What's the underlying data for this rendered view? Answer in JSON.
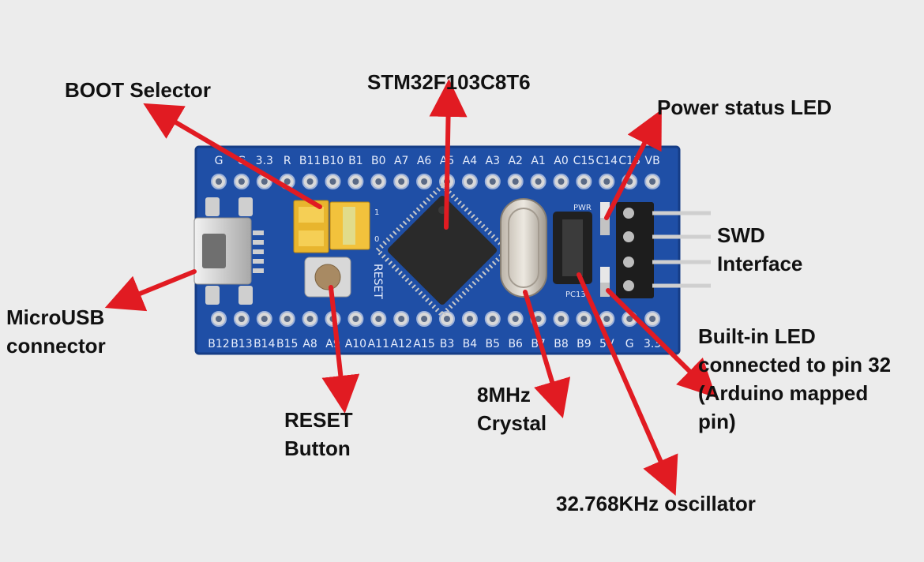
{
  "board": {
    "top_pins": [
      "G",
      "G",
      "3.3",
      "R",
      "B11",
      "B10",
      "B1",
      "B0",
      "A7",
      "A6",
      "A5",
      "A4",
      "A3",
      "A2",
      "A1",
      "A0",
      "C15",
      "C14",
      "C13",
      "VB"
    ],
    "bottom_pins": [
      "B12",
      "B13",
      "B14",
      "B15",
      "A8",
      "A9",
      "A10",
      "A11",
      "A12",
      "A15",
      "B3",
      "B4",
      "B5",
      "B6",
      "B7",
      "B8",
      "B9",
      "5V",
      "G",
      "3.3"
    ],
    "silk_reset": "RESET",
    "silk_pwr": "PWR",
    "silk_pc13": "PC13",
    "silk_jumper_1": "1",
    "silk_jumper_0": "0"
  },
  "labels": {
    "boot_selector": "BOOT Selector",
    "mcu": "STM32F103C8T6",
    "power_led": "Power status LED",
    "swd_line1": "SWD",
    "swd_line2": "Interface",
    "microusb_line1": "MicroUSB",
    "microusb_line2": "connector",
    "builtin_led_line1": "Built-in LED",
    "builtin_led_line2": "connected to pin 32",
    "builtin_led_line3": "(Arduino mapped",
    "builtin_led_line4": "pin)",
    "reset_line1": "RESET",
    "reset_line2": "Button",
    "crystal_line1": "8MHz",
    "crystal_line2": "Crystal",
    "oscillator": "32.768KHz oscillator"
  },
  "colors": {
    "pcb": "#1f4fa6",
    "pcb_edge": "#163d86",
    "arrow": "#e11b22",
    "chip": "#2a2a2a",
    "header_yellow": "#f2c23c",
    "pad": "#d9d9d9"
  }
}
